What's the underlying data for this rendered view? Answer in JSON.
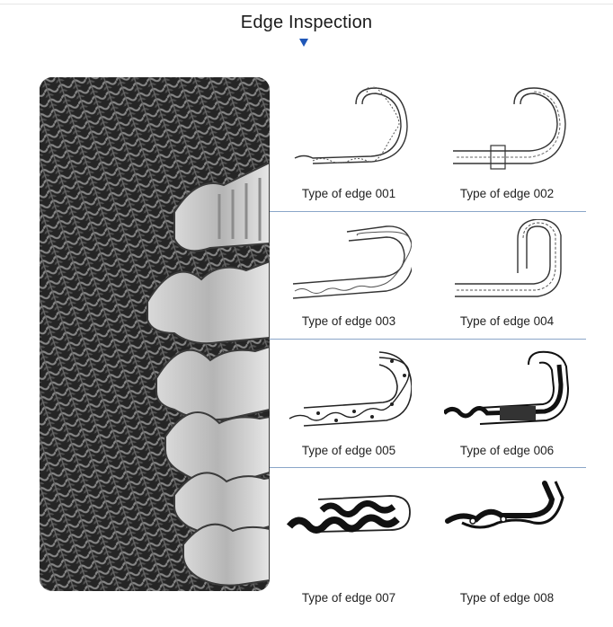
{
  "page": {
    "title": "Edge Inspection"
  },
  "edges": [
    {
      "label": "Type of edge 001",
      "icon": "hooked-edge-001-icon"
    },
    {
      "label": "Type of edge 002",
      "icon": "hooked-edge-002-icon"
    },
    {
      "label": "Type of edge 003",
      "icon": "hooked-edge-003-icon"
    },
    {
      "label": "Type of edge 004",
      "icon": "hooked-edge-004-icon"
    },
    {
      "label": "Type of edge 005",
      "icon": "hooked-edge-005-icon"
    },
    {
      "label": "Type of edge 006",
      "icon": "hooked-edge-006-icon"
    },
    {
      "label": "Type of edge 007",
      "icon": "hooked-edge-007-icon"
    },
    {
      "label": "Type of edge 008",
      "icon": "hooked-edge-008-icon"
    }
  ],
  "colors": {
    "arrow": "#1f57b8",
    "separator": "#8aa6c8"
  }
}
